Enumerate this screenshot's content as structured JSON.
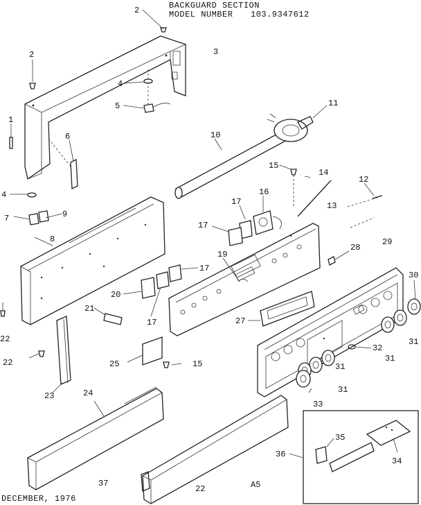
{
  "header": {
    "title": "BACKGUARD SECTION",
    "model_label": "MODEL NUMBER",
    "model_number": "103.9347612"
  },
  "footer": {
    "date": "DECEMBER, 1976",
    "page": "A5"
  },
  "callouts": [
    {
      "id": "c-2a",
      "text": "2"
    },
    {
      "id": "c-3",
      "text": "3"
    },
    {
      "id": "c-2b",
      "text": "2"
    },
    {
      "id": "c-4a",
      "text": "4"
    },
    {
      "id": "c-5",
      "text": "5"
    },
    {
      "id": "c-1",
      "text": "1"
    },
    {
      "id": "c-6",
      "text": "6"
    },
    {
      "id": "c-11",
      "text": "11"
    },
    {
      "id": "c-10",
      "text": "10"
    },
    {
      "id": "c-15a",
      "text": "15"
    },
    {
      "id": "c-14",
      "text": "14"
    },
    {
      "id": "c-12",
      "text": "12"
    },
    {
      "id": "c-4b",
      "text": "4"
    },
    {
      "id": "c-7",
      "text": "7"
    },
    {
      "id": "c-9",
      "text": "9"
    },
    {
      "id": "c-17a",
      "text": "17"
    },
    {
      "id": "c-16",
      "text": "16"
    },
    {
      "id": "c-13",
      "text": "13"
    },
    {
      "id": "c-17b",
      "text": "17"
    },
    {
      "id": "c-8",
      "text": "8"
    },
    {
      "id": "c-19",
      "text": "19"
    },
    {
      "id": "c-28",
      "text": "28"
    },
    {
      "id": "c-29",
      "text": "29"
    },
    {
      "id": "c-17c",
      "text": "17"
    },
    {
      "id": "c-20",
      "text": "20"
    },
    {
      "id": "c-30",
      "text": "30"
    },
    {
      "id": "c-17d",
      "text": "17"
    },
    {
      "id": "c-21",
      "text": "21"
    },
    {
      "id": "c-27",
      "text": "27"
    },
    {
      "id": "c-22a",
      "text": "22"
    },
    {
      "id": "c-31a",
      "text": "31"
    },
    {
      "id": "c-32",
      "text": "32"
    },
    {
      "id": "c-22b",
      "text": "22"
    },
    {
      "id": "c-25",
      "text": "25"
    },
    {
      "id": "c-15b",
      "text": "15"
    },
    {
      "id": "c-31b",
      "text": "31"
    },
    {
      "id": "c-31c",
      "text": "31"
    },
    {
      "id": "c-23",
      "text": "23"
    },
    {
      "id": "c-31d",
      "text": "31"
    },
    {
      "id": "c-33",
      "text": "33"
    },
    {
      "id": "c-24",
      "text": "24"
    },
    {
      "id": "c-35",
      "text": "35"
    },
    {
      "id": "c-36",
      "text": "36"
    },
    {
      "id": "c-34",
      "text": "34"
    },
    {
      "id": "c-37",
      "text": "37"
    },
    {
      "id": "c-22c",
      "text": "22"
    }
  ]
}
